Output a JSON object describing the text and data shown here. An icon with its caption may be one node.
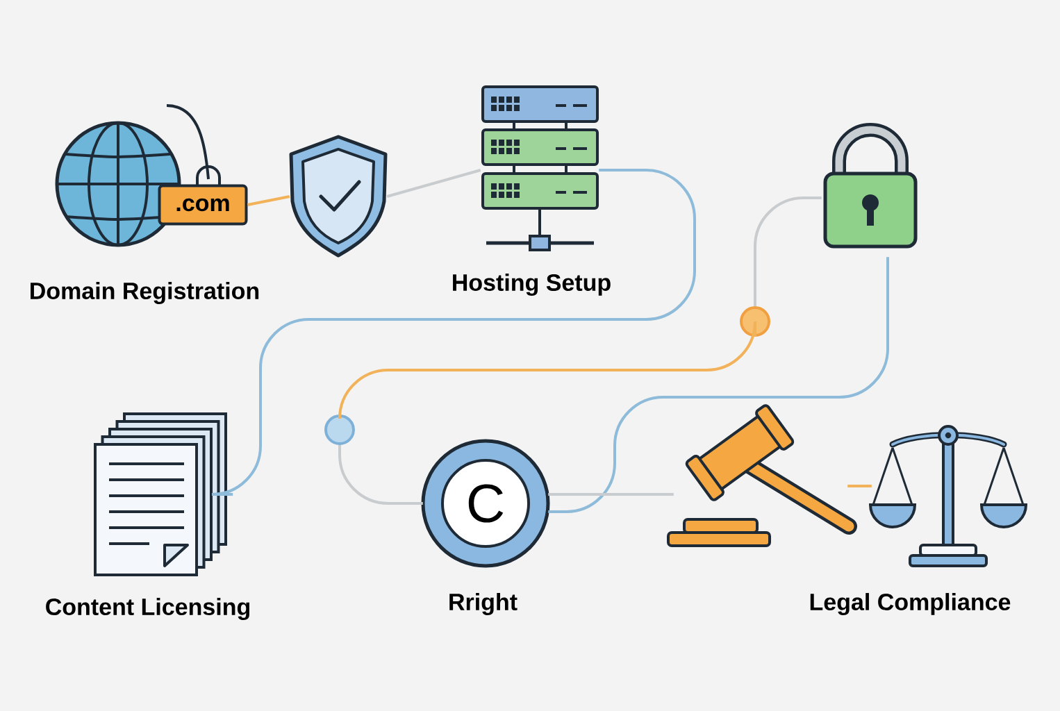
{
  "diagram": {
    "nodes": [
      {
        "text": [
          ".com"
        ],
        "beside": [
          "Domain Registration"
        ]
      },
      {
        "text": [],
        "shape": "shield"
      },
      {
        "text": [],
        "shape": "server",
        "beside": [
          "Hosting Setup"
        ]
      },
      {
        "text": [],
        "shape": "lock"
      },
      {
        "text": [],
        "shape": "circle"
      },
      {
        "text": [],
        "shape": "document",
        "beside": [
          "Content Licensing"
        ]
      },
      {
        "text": [],
        "shape": "circle"
      },
      {
        "text": [
          "C"
        ],
        "beside": [
          "Rright"
        ]
      },
      {
        "text": [],
        "shape": "gavel"
      },
      {
        "text": [],
        "shape": "scales"
      }
    ],
    "edges": [
      {
        "from": 0,
        "to": 1,
        "arrow": "none",
        "color": "#f2b25a"
      },
      {
        "from": 1,
        "to": 2,
        "arrow": "none"
      },
      {
        "from": 2,
        "to": 5,
        "arrow": "none",
        "color": "#8dbbd9"
      },
      {
        "from": 3,
        "to": 4,
        "arrow": "none"
      },
      {
        "from": 4,
        "to": 6,
        "arrow": "none",
        "color": "#f2b25a"
      },
      {
        "from": 6,
        "to": 7,
        "arrow": "none"
      },
      {
        "from": 7,
        "to": 3,
        "arrow": "none",
        "color": "#8dbbd9"
      },
      {
        "from": 7,
        "to": 8,
        "arrow": "none"
      },
      {
        "from": 8,
        "to": 9,
        "arrow": "none",
        "color": "#f2b25a"
      }
    ],
    "labels": [
      "Legal Compliance"
    ]
  }
}
